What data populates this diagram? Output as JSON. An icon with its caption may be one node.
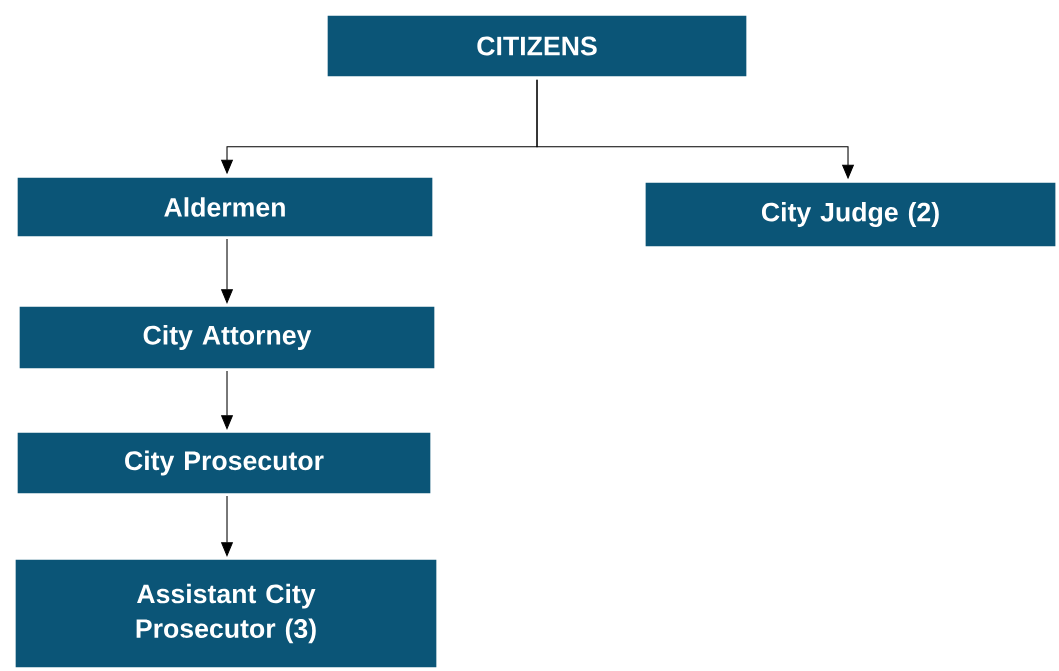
{
  "diagram": {
    "nodes": [
      {
        "text": [
          "CITIZENS"
        ]
      },
      {
        "text": [
          "Aldermen"
        ]
      },
      {
        "text": [
          "City Judge (2)"
        ]
      },
      {
        "text": [
          "City Attorney"
        ]
      },
      {
        "text": [
          "City Prosecutor"
        ]
      },
      {
        "text": [
          "Assistant City Prosecutor (3)"
        ]
      }
    ],
    "edges": [
      {
        "from": 0,
        "to": 1,
        "arrow": "to"
      },
      {
        "from": 0,
        "to": 2,
        "arrow": "to"
      },
      {
        "from": 1,
        "to": 3,
        "arrow": "to"
      },
      {
        "from": 3,
        "to": 4,
        "arrow": "to"
      },
      {
        "from": 4,
        "to": 5,
        "arrow": "to"
      }
    ]
  }
}
